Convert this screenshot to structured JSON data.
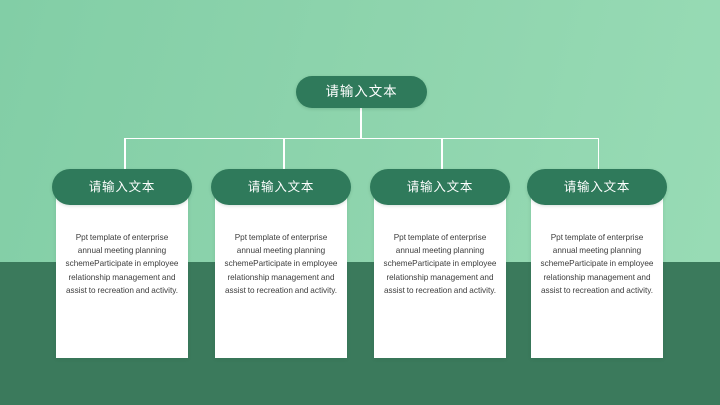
{
  "slide": {
    "background_top_color": "#84cfa8",
    "background_bottom_band_color": "#3b7a5c",
    "accent_color": "#2f7a5b",
    "connector_color": "#ffffff"
  },
  "root_node": {
    "label": "请输入文本"
  },
  "cards": [
    {
      "title": "请输入文本",
      "body": "Ppt template of enterprise annual meeting planning schemeParticipate in employee relationship management and assist to recreation and activity."
    },
    {
      "title": "请输入文本",
      "body": "Ppt template of enterprise annual meeting planning schemeParticipate in employee relationship management and assist to recreation and activity."
    },
    {
      "title": "请输入文本",
      "body": "Ppt template of enterprise annual meeting planning schemeParticipate in employee relationship management and assist to recreation and activity."
    },
    {
      "title": "请输入文本",
      "body": "Ppt template of enterprise annual meeting planning schemeParticipate in employee relationship management and assist to recreation and activity."
    }
  ]
}
